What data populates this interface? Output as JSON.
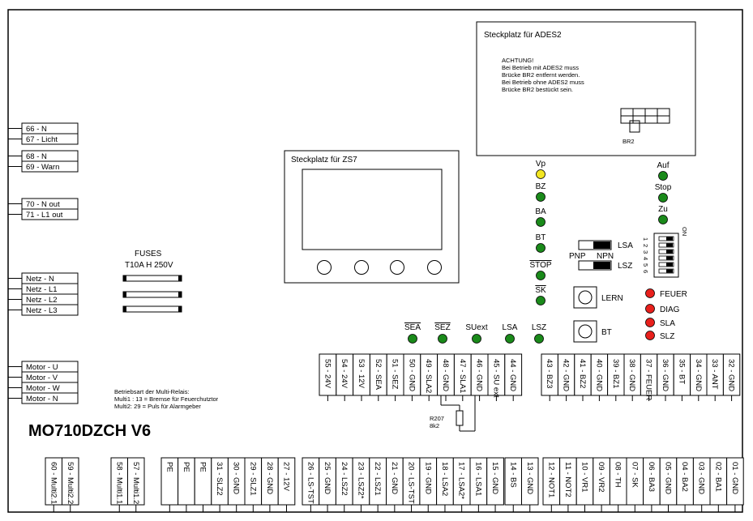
{
  "board_title": "MO710DZCH V6",
  "ades2": {
    "title": "Steckplatz für ADES2",
    "warning": [
      "ACHTUNG!",
      "Bei Betrieb mit ADES2 muss",
      "Brücke BR2 entfernt werden.",
      "Bei Betrieb ohne ADES2 muss",
      "Brücke BR2 bestückt sein."
    ],
    "bridge_label": "BR2"
  },
  "zs7": {
    "title": "Steckplatz für ZS7"
  },
  "fuses": {
    "title": "FUSES",
    "rating": "T10A H 250V"
  },
  "left_terminals": [
    {
      "label": "66 - N"
    },
    {
      "label": "67 - Licht"
    },
    {
      "label": "68 - N"
    },
    {
      "label": "69 - Warn"
    },
    {
      "label": "70 - N out"
    },
    {
      "label": "71 - L1 out"
    },
    {
      "label": "Netz - N"
    },
    {
      "label": "Netz - L1"
    },
    {
      "label": "Netz - L2"
    },
    {
      "label": "Netz - L3"
    },
    {
      "label": "Motor - U"
    },
    {
      "label": "Motor - V"
    },
    {
      "label": "Motor - W"
    },
    {
      "label": "Motor - N"
    }
  ],
  "leds_center": [
    {
      "label": "Vp",
      "color": "#f3e622"
    },
    {
      "label": "BZ",
      "color": "#1a8a1a"
    },
    {
      "label": "BA",
      "color": "#1a8a1a"
    },
    {
      "label": "BT",
      "color": "#1a8a1a"
    },
    {
      "label": "STOP",
      "color": "#1a8a1a"
    },
    {
      "label": "SK",
      "color": "#1a8a1a"
    }
  ],
  "leds_row": [
    {
      "label": "SEA",
      "color": "#1a8a1a"
    },
    {
      "label": "SEZ",
      "color": "#1a8a1a"
    },
    {
      "label": "SUext",
      "color": "#1a8a1a"
    },
    {
      "label": "LSA",
      "color": "#1a8a1a"
    },
    {
      "label": "LSZ",
      "color": "#1a8a1a"
    }
  ],
  "leds_right": [
    {
      "label": "Auf",
      "color": "#1a8a1a"
    },
    {
      "label": "Stop",
      "color": "#1a8a1a"
    },
    {
      "label": "Zu",
      "color": "#1a8a1a"
    }
  ],
  "leds_status": [
    {
      "label": "FEUER",
      "color": "#e8201c"
    },
    {
      "label": "DIAG",
      "color": "#e8201c"
    },
    {
      "label": "SLA",
      "color": "#e8201c"
    },
    {
      "label": "SLZ",
      "color": "#e8201c"
    }
  ],
  "switches": {
    "lsa": "LSA",
    "lsz": "LSZ",
    "pnp": "PNP",
    "npn": "NPN"
  },
  "buttons": {
    "lern": "LERN",
    "bt": "BT"
  },
  "dip": {
    "on_label": "ON",
    "numbers": [
      "1",
      "2",
      "3",
      "4",
      "5",
      "6"
    ]
  },
  "multi_relay": {
    "heading": "Betriebsart der Multi-Relais:",
    "line1": "Multi1 : 13 = Bremse für Feuerchutztor",
    "line2": "Multi2: 29 = Puls für Alarmgeber"
  },
  "resistor": {
    "name": "R207",
    "value": "8k2"
  },
  "top_terminals_a": [
    "55 - 24V",
    "54 - 24V",
    "53 - 12V",
    "52 - SEA",
    "51 - SEZ",
    "50 - GND",
    "49 - SLA2",
    "48 - GND",
    "47 - SLA1",
    "46 - GND",
    "45 - SU ext",
    "44 - GND"
  ],
  "top_terminals_b": [
    "43 - BZ3",
    "42 - GND",
    "41 - BZ2",
    "40 - GND",
    "39 - BZ1",
    "38 - GND",
    "37 - FEUER",
    "36 - GND",
    "35 - BT",
    "34 - GND",
    "33 - ANT",
    "32 - GND"
  ],
  "bottom_groups": [
    [
      "60 - Multi2.1",
      "59 - Multi2.2"
    ],
    [
      "58 - Multi1.1",
      "57 - Multi1.2"
    ],
    [
      "PE",
      "PE",
      "PE",
      "31 - SLZ2",
      "30 - GND",
      "29 - SLZ1",
      "28 - GND",
      "27 - 12V"
    ],
    [
      "26 - LS-TST",
      "25 - GND",
      "24 - LSZ2",
      "23 - LSZ2*",
      "22 - LSZ1",
      "21 - GND",
      "20 - LS-TST",
      "19 - GND",
      "18 - LSA2",
      "17 - LSA2*",
      "16 - LSA1",
      "15 - GND"
    ],
    [
      "14 - BS",
      "13 - GND"
    ],
    [
      "12 - NOT1",
      "11 - NOT2",
      "10 - VR1",
      "09 - VR2",
      "08 - TH",
      "07 - SK",
      "06 - BA3",
      "05 - GND",
      "04 - BA2",
      "03 - GND",
      "02 - BA1",
      "01 - GND"
    ]
  ]
}
